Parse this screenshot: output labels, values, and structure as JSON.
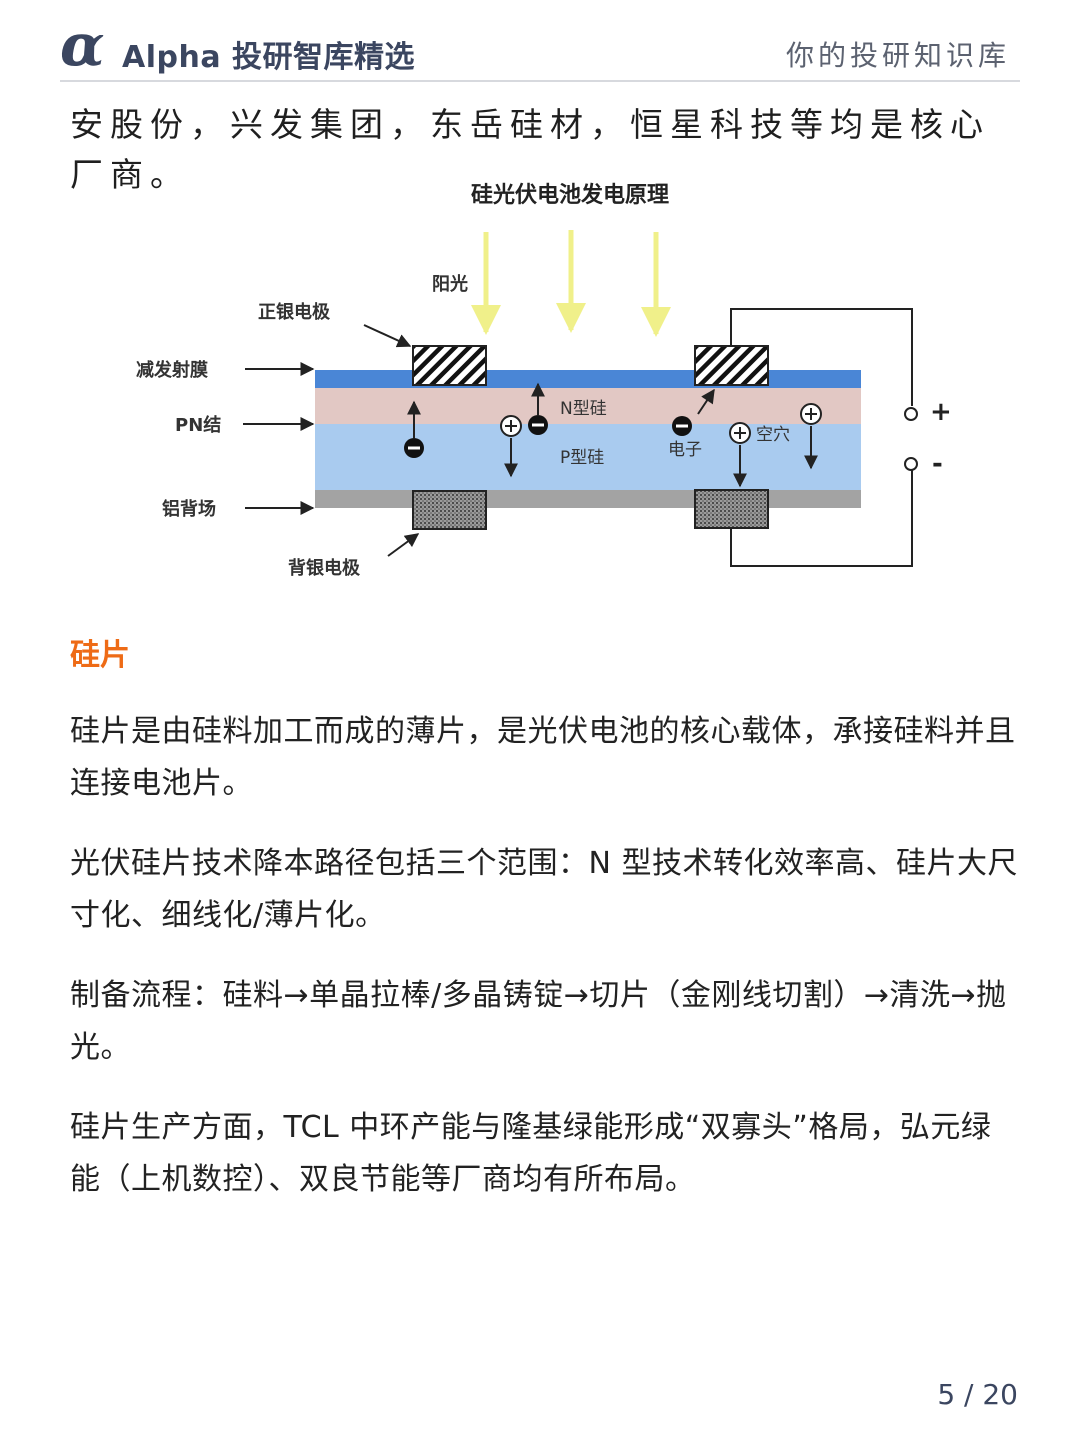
{
  "header": {
    "logo_glyph": "α",
    "brand": "Alpha 投研智库精选",
    "tagline": "你的投研知识库"
  },
  "intro_text": "安股份，兴发集团，东岳硅材，恒星科技等均是核心厂商。",
  "diagram": {
    "title": "硅光伏电池发电原理",
    "labels": {
      "sunlight": "阳光",
      "front_electrode": "正银电极",
      "antireflection": "减发射膜",
      "pn_junction": "PN结",
      "aluminum_bsf": "铝背场",
      "back_electrode": "背银电极",
      "n_silicon": "N型硅",
      "p_silicon": "P型硅",
      "electron": "电子",
      "hole": "空穴",
      "plus_terminal": "+",
      "minus_terminal": "-"
    },
    "colors": {
      "arc": "#4a86d6",
      "n_layer": "#e2c8c4",
      "p_layer": "#a9cbef",
      "back_field": "#a3a3a3",
      "sunlight": "#f0f08a"
    }
  },
  "section": {
    "title": "硅片"
  },
  "paragraphs": [
    "硅片是由硅料加工而成的薄片，是光伏电池的核心载体，承接硅料并且连接电池片。",
    "光伏硅片技术降本路径包括三个范围：N 型技术转化效率高、硅片大尺寸化、细线化/薄片化。",
    "制备流程：硅料→单晶拉棒/多晶铸锭→切片（金刚线切割）→清洗→抛光。",
    "硅片生产方面，TCL 中环产能与隆基绿能形成“双寡头”格局，弘元绿能（上机数控）、双良节能等厂商均有所布局。"
  ],
  "page": {
    "indicator": "5 / 20"
  }
}
